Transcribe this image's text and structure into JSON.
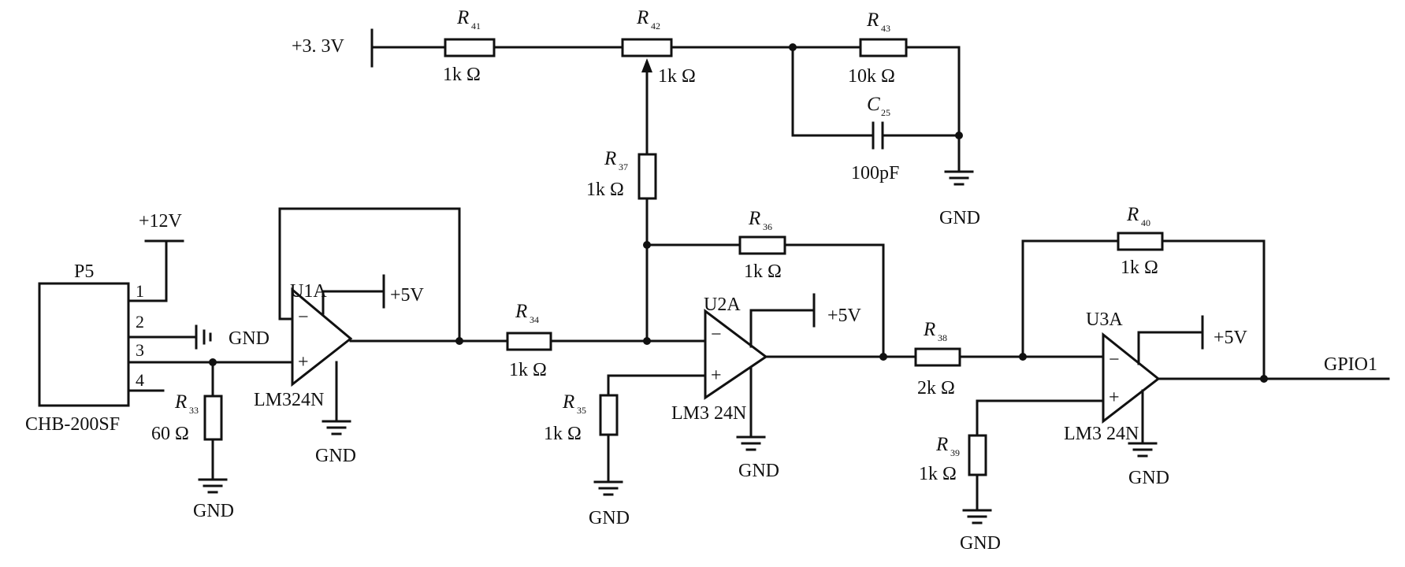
{
  "components": {
    "r41": {
      "ref": "R",
      "sub": "41",
      "value": "1k Ω"
    },
    "r42": {
      "ref": "R",
      "sub": "42",
      "value": "1k Ω"
    },
    "r43": {
      "ref": "R",
      "sub": "43",
      "value": "10k Ω"
    },
    "c25": {
      "ref": "C",
      "sub": "25",
      "value": "100pF"
    },
    "r37": {
      "ref": "R",
      "sub": "37",
      "value": "1k Ω"
    },
    "r36": {
      "ref": "R",
      "sub": "36",
      "value": "1k Ω"
    },
    "r34": {
      "ref": "R",
      "sub": "34",
      "value": "1k Ω"
    },
    "r35": {
      "ref": "R",
      "sub": "35",
      "value": "1k Ω"
    },
    "r33": {
      "ref": "R",
      "sub": "33",
      "value": "60 Ω"
    },
    "r38": {
      "ref": "R",
      "sub": "38",
      "value": "2k Ω"
    },
    "r39": {
      "ref": "R",
      "sub": "39",
      "value": "1k Ω"
    },
    "r40": {
      "ref": "R",
      "sub": "40",
      "value": "1k Ω"
    }
  },
  "opamps": {
    "u1": {
      "name": "U1A",
      "part": "LM324N",
      "minus": "−",
      "plus": "+"
    },
    "u2": {
      "name": "U2A",
      "part": "LM3 24N",
      "minus": "−",
      "plus": "+"
    },
    "u3": {
      "name": "U3A",
      "part": "LM3 24N",
      "minus": "−",
      "plus": "+"
    }
  },
  "connector": {
    "name": "P5",
    "part": "CHB-200SF",
    "pins": [
      "1",
      "2",
      "3",
      "4"
    ]
  },
  "nets": {
    "v33": "+3. 3V",
    "v12": "+12V",
    "v5": "+5V",
    "gnd": "GND",
    "output": "GPIO1"
  }
}
